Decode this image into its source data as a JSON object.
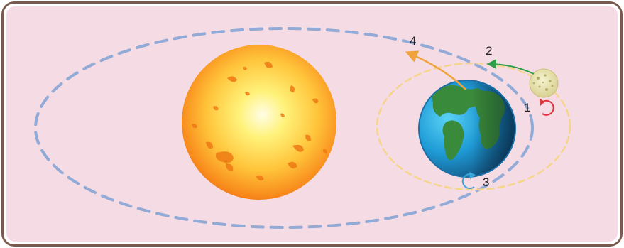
{
  "labels": {
    "moon_rotation": "1",
    "moon_orbit": "2",
    "earth_rotation": "3",
    "earth_orbit": "4"
  },
  "colors": {
    "background": "#f5dbe4",
    "frame_outer": "#7a5a4e",
    "frame_inner": "#ffffff",
    "earth_orbit_path": "#92aad6",
    "moon_orbit_path": "#f6d58a",
    "moon_rotation_arrow": "#e2333b",
    "moon_orbit_arrow": "#2e9e4a",
    "earth_rotation_arrow": "#3aa6dc",
    "earth_orbit_arrow": "#f0a33a"
  },
  "icons": {
    "sun": "sun-icon",
    "earth": "earth-icon",
    "moon": "moon-icon"
  }
}
